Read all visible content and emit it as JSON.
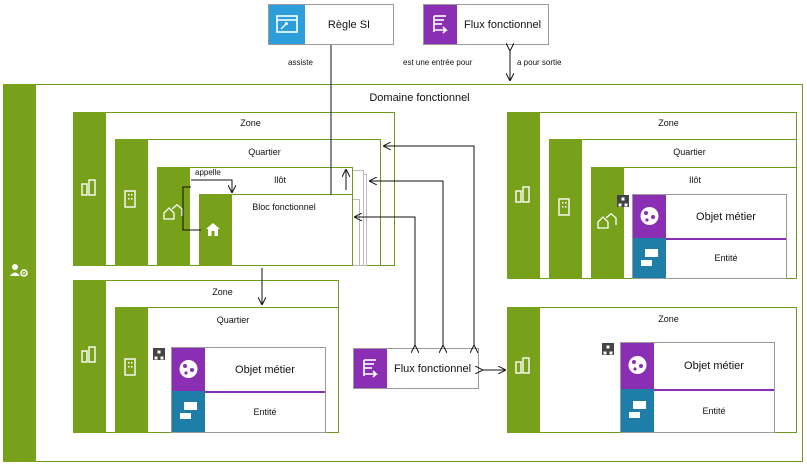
{
  "top": {
    "regle_si": {
      "label": "Règle SI"
    },
    "flux_top": {
      "label": "Flux fonctionnel"
    },
    "assiste": "assiste",
    "entree": "est une entrée pour",
    "sortie": "a pour sortie"
  },
  "domaine": {
    "title": "Domaine fonctionnel"
  },
  "zone_tl": {
    "title": "Zone",
    "quartier": "Quartier",
    "ilot": "Ilôt",
    "bloc": "Bloc fonctionnel",
    "appelle": "appelle"
  },
  "zone_bl": {
    "title": "Zone",
    "quartier": "Quartier",
    "objet": "Objet métier",
    "entite": "Entité"
  },
  "zone_tr": {
    "title": "Zone",
    "quartier": "Quartier",
    "ilot": "Ilôt",
    "objet": "Objet métier",
    "entite": "Entité"
  },
  "zone_br": {
    "title": "Zone",
    "objet": "Objet métier",
    "entite": "Entité"
  },
  "flux_mid": {
    "label": "Flux fonctionnel"
  },
  "colors": {
    "green": "#77a11a",
    "blue": "#2c9ed9",
    "purple": "#8a2fb3",
    "teal": "#1e7ea8"
  },
  "icons": [
    "gear-user-icon",
    "buildings-icon",
    "building-icon",
    "houses-icon",
    "house-icon",
    "network-icon",
    "flow-icon",
    "rule-icon",
    "object-icon",
    "entity-icon"
  ]
}
